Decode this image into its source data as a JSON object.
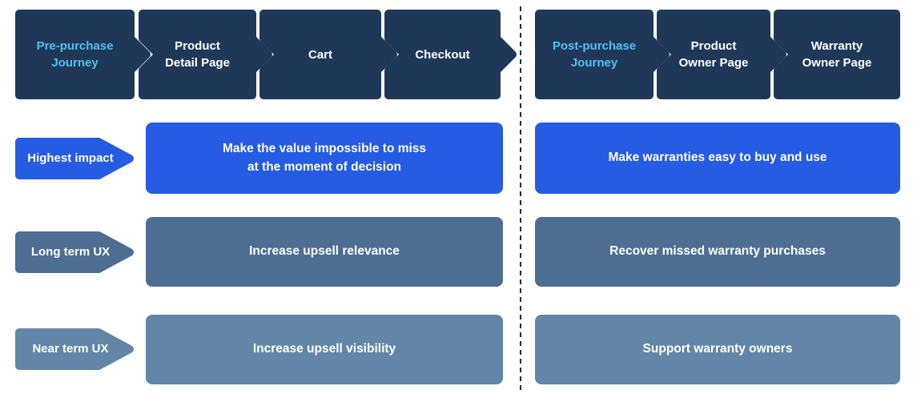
{
  "colors": {
    "navy": "#1F3858",
    "accent": "#4FC2F0",
    "blue": "#265BE4",
    "slate_dark": "#4D6E92",
    "slate_light": "#6386A8",
    "divider": "#262B33",
    "text": "#FFFFFF"
  },
  "journeys": [
    {
      "steps": [
        {
          "label": "Pre-purchase\nJourney",
          "accent": true
        },
        {
          "label": "Product\nDetail Page",
          "accent": false
        },
        {
          "label": "Cart",
          "accent": false
        },
        {
          "label": "Checkout",
          "accent": false
        }
      ]
    },
    {
      "steps": [
        {
          "label": "Post-purchase\nJourney",
          "accent": true
        },
        {
          "label": "Product\nOwner Page",
          "accent": false
        },
        {
          "label": "Warranty\nOwner Page",
          "accent": false
        }
      ]
    }
  ],
  "rows": [
    {
      "tag": "Highest impact",
      "tone": "blue",
      "pre_purchase": "Make the value impossible to miss\nat the moment of decision",
      "post_purchase": "Make warranties easy to buy and use"
    },
    {
      "tag": "Long term UX",
      "tone": "slate_dark",
      "pre_purchase": "Increase upsell relevance",
      "post_purchase": "Recover missed warranty purchases"
    },
    {
      "tag": "Near term UX",
      "tone": "slate_light",
      "pre_purchase": "Increase upsell visibility",
      "post_purchase": "Support warranty owners"
    }
  ]
}
